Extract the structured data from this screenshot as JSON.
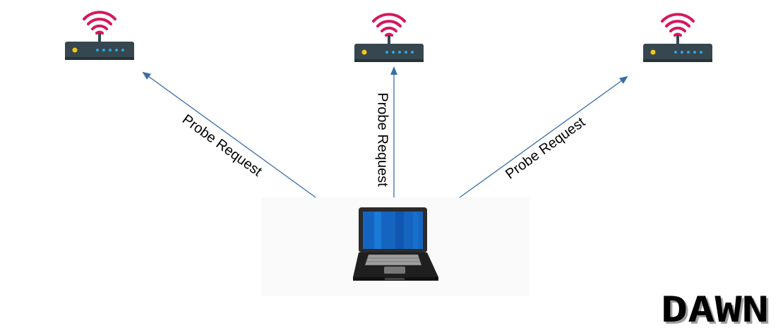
{
  "diagram": {
    "nodes": [
      {
        "id": "router-left",
        "type": "wireless-router",
        "icon": "router-icon"
      },
      {
        "id": "router-center",
        "type": "wireless-router",
        "icon": "router-icon"
      },
      {
        "id": "router-right",
        "type": "wireless-router",
        "icon": "router-icon"
      },
      {
        "id": "client-laptop",
        "type": "laptop",
        "icon": "laptop-icon"
      }
    ],
    "edges": [
      {
        "from": "client-laptop",
        "to": "router-left",
        "label": "Probe Request"
      },
      {
        "from": "client-laptop",
        "to": "router-center",
        "label": "Probe Request"
      },
      {
        "from": "client-laptop",
        "to": "router-right",
        "label": "Probe Request"
      }
    ]
  },
  "logo": {
    "text": "DAWN"
  },
  "colors": {
    "wifi_signal": "#d6175e",
    "router_body": "#37474f",
    "router_led": "#f5c518",
    "router_dots": "#29a8e0",
    "arrow": "#3a6ea5",
    "screen": "#1565c0",
    "laptop_body": "#2b2b2b"
  }
}
